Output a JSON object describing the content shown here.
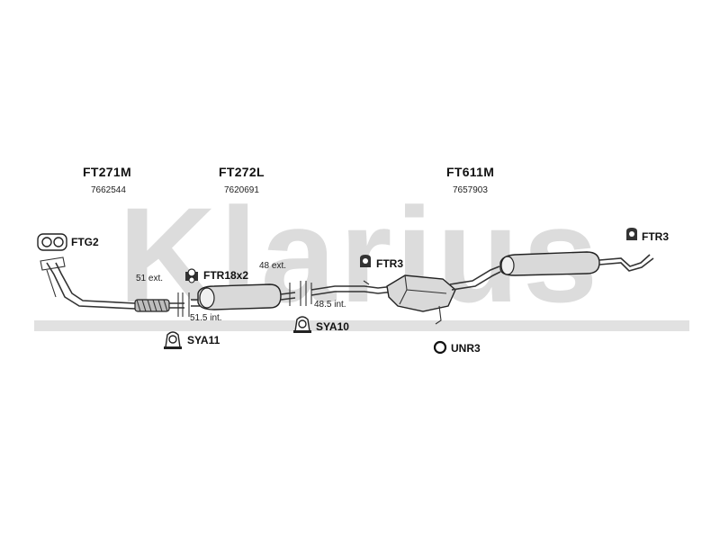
{
  "watermark": {
    "text": "Klarius",
    "color": "#d7d7d7"
  },
  "sections": [
    {
      "code": "FT271M",
      "number": "7662544"
    },
    {
      "code": "FT272L",
      "number": "7620691"
    },
    {
      "code": "FT611M",
      "number": "7657903"
    }
  ],
  "components": {
    "ftg2": "FTG2",
    "ftr18x2": "FTR18x2",
    "ftr3_mid": "FTR3",
    "ftr3_right": "FTR3",
    "sya11": "SYA11",
    "sya10": "SYA10",
    "unr3": "UNR3"
  },
  "dimensions": {
    "ext51": "51 ext.",
    "int51_5": "51.5 int.",
    "ext48": "48 ext.",
    "int48_5": "48.5 int."
  }
}
